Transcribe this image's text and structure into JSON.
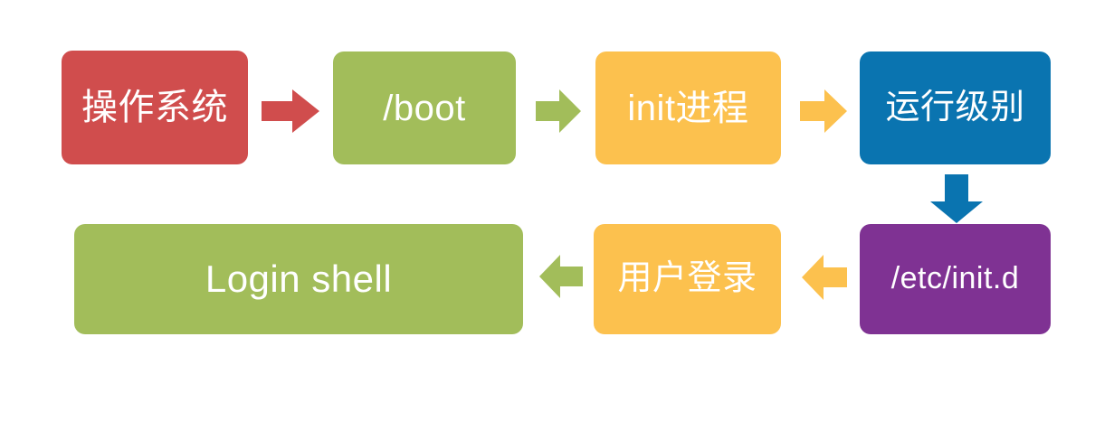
{
  "diagram": {
    "type": "flowchart",
    "title": "Linux boot process flow",
    "nodes": [
      {
        "id": "os",
        "label": "操作系统",
        "color": "#d04d4d",
        "row": "top",
        "order": 1
      },
      {
        "id": "boot",
        "label": "/boot",
        "color": "#a2bd5a",
        "row": "top",
        "order": 2
      },
      {
        "id": "init",
        "label": "init进程",
        "color": "#fcc14e",
        "row": "top",
        "order": 3
      },
      {
        "id": "runlevel",
        "label": "运行级别",
        "color": "#0a74b0",
        "row": "top",
        "order": 4
      },
      {
        "id": "initd",
        "label": "/etc/init.d",
        "color": "#7f3293",
        "row": "bottom",
        "order": 5
      },
      {
        "id": "userlogin",
        "label": "用户登录",
        "color": "#fcc14e",
        "row": "bottom",
        "order": 6
      },
      {
        "id": "loginshell",
        "label": "Login shell",
        "color": "#a2bd5a",
        "row": "bottom",
        "order": 7
      }
    ],
    "arrows": [
      {
        "id": "os-boot",
        "from": "os",
        "to": "boot",
        "direction": "right",
        "color": "#d04d4d"
      },
      {
        "id": "boot-init",
        "from": "boot",
        "to": "init",
        "direction": "right",
        "color": "#a2bd5a"
      },
      {
        "id": "init-runlevel",
        "from": "init",
        "to": "runlevel",
        "direction": "right",
        "color": "#fcc14e"
      },
      {
        "id": "runlevel-initd",
        "from": "runlevel",
        "to": "initd",
        "direction": "down",
        "color": "#0a74b0"
      },
      {
        "id": "initd-user",
        "from": "initd",
        "to": "userlogin",
        "direction": "left",
        "color": "#fcc14e"
      },
      {
        "id": "user-shell",
        "from": "userlogin",
        "to": "loginshell",
        "direction": "left",
        "color": "#a2bd5a"
      }
    ]
  }
}
